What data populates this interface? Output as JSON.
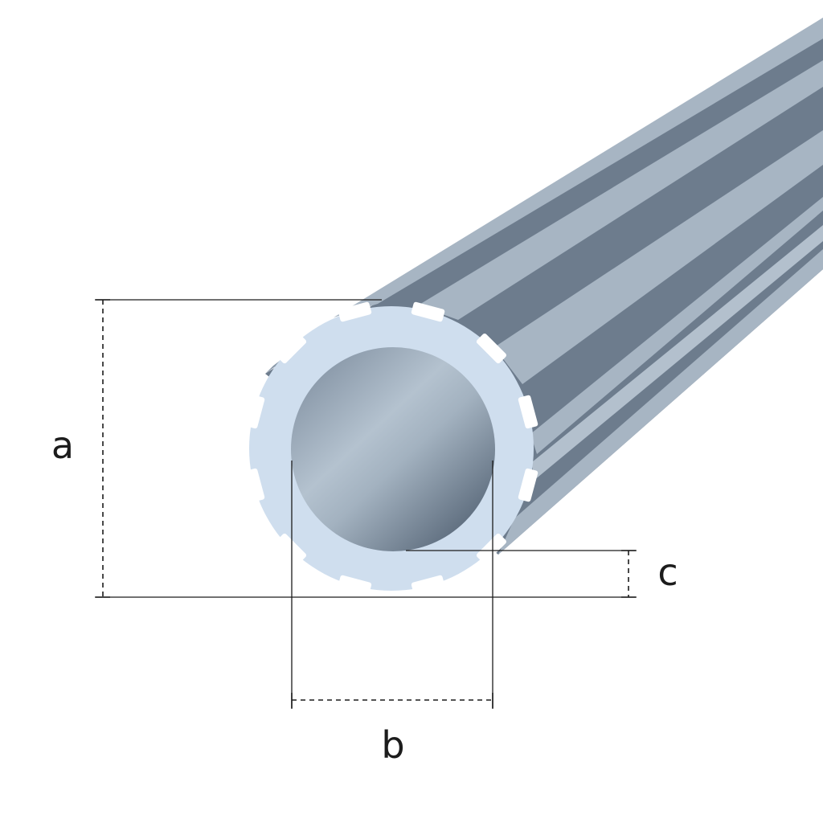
{
  "labels": {
    "outer_diameter": "a",
    "inner_diameter": "b",
    "wall_thickness": "c"
  },
  "colors": {
    "background": "#ffffff",
    "tube_dark": "#69788a",
    "tube_mid": "#8494a6",
    "tube_light": "#aab8c6",
    "end_face": "#cfdeee",
    "bore_light": "#b2c0cd",
    "bore_dark": "#6a7a8b",
    "dimension_line": "#1c1c1c"
  }
}
